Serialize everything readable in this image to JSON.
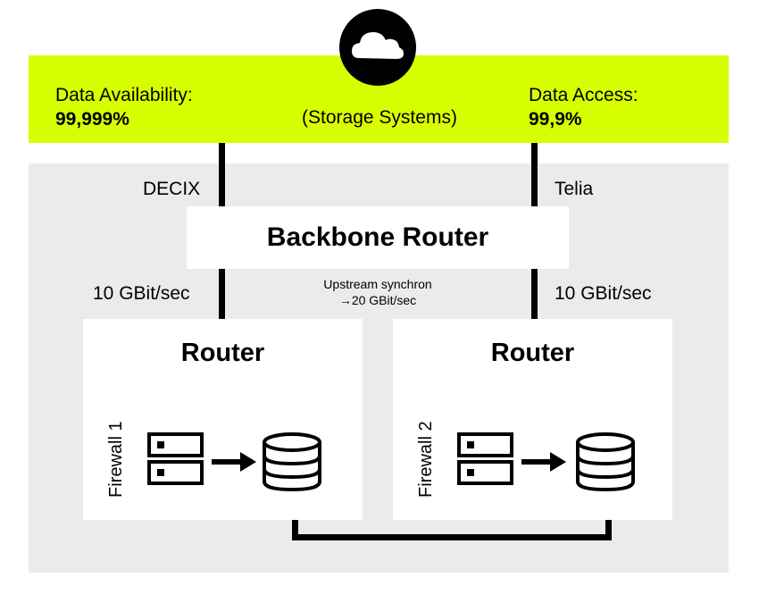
{
  "top_band": {
    "left_label": "Data Availability:",
    "left_value": "99,999%",
    "center_label": "(Storage Systems)",
    "right_label": "Data Access:",
    "right_value": "99,9%",
    "color": "#d8ff00"
  },
  "links": {
    "left_provider": "DECIX",
    "right_provider": "Telia",
    "left_speed": "10 GBit/sec",
    "right_speed": "10 GBit/sec",
    "upstream_line1": "Upstream synchron",
    "upstream_line2": "→20 GBit/sec"
  },
  "backbone": {
    "label": "Backbone Router"
  },
  "routers": [
    {
      "title": "Router",
      "firewall": "Firewall 1"
    },
    {
      "title": "Router",
      "firewall": "Firewall 2"
    }
  ],
  "icons": [
    "cloud-icon",
    "server-icon",
    "arrow-right-icon",
    "database-icon"
  ],
  "colors": {
    "network_bg": "#ebebeb",
    "lines": "#000000"
  }
}
